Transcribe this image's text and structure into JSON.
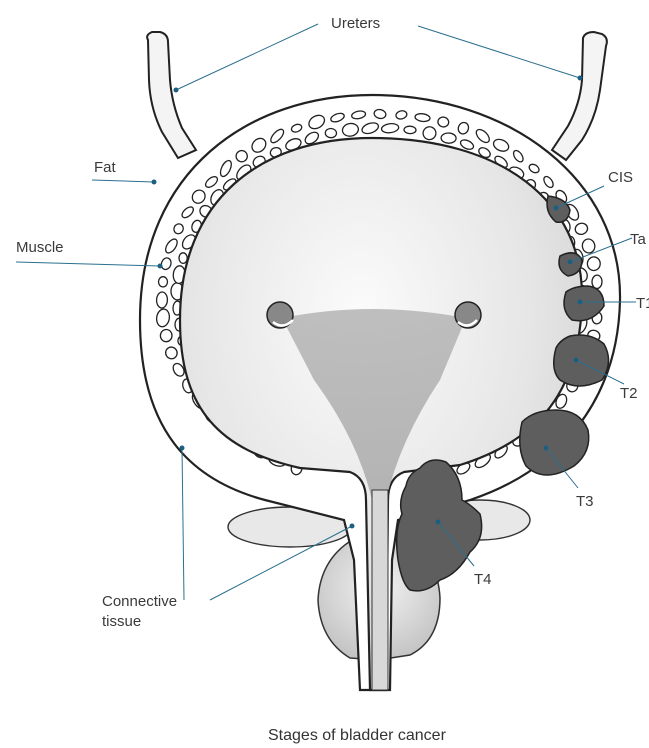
{
  "labels": {
    "ureters": "Ureters",
    "fat": "Fat",
    "muscle": "Muscle",
    "connective_line1": "Connective",
    "connective_line2": "tissue",
    "cis": "CIS",
    "ta": "Ta",
    "t1": "T1",
    "t2": "T2",
    "t3": "T3",
    "t4": "T4"
  },
  "caption": "Stages of bladder cancer",
  "colors": {
    "leader": "#2b6f8e",
    "tumor": "#5e5e5e",
    "lumen": "#dedede",
    "trigone": "#b2b2b2",
    "prostate": "#cfcfcf"
  }
}
